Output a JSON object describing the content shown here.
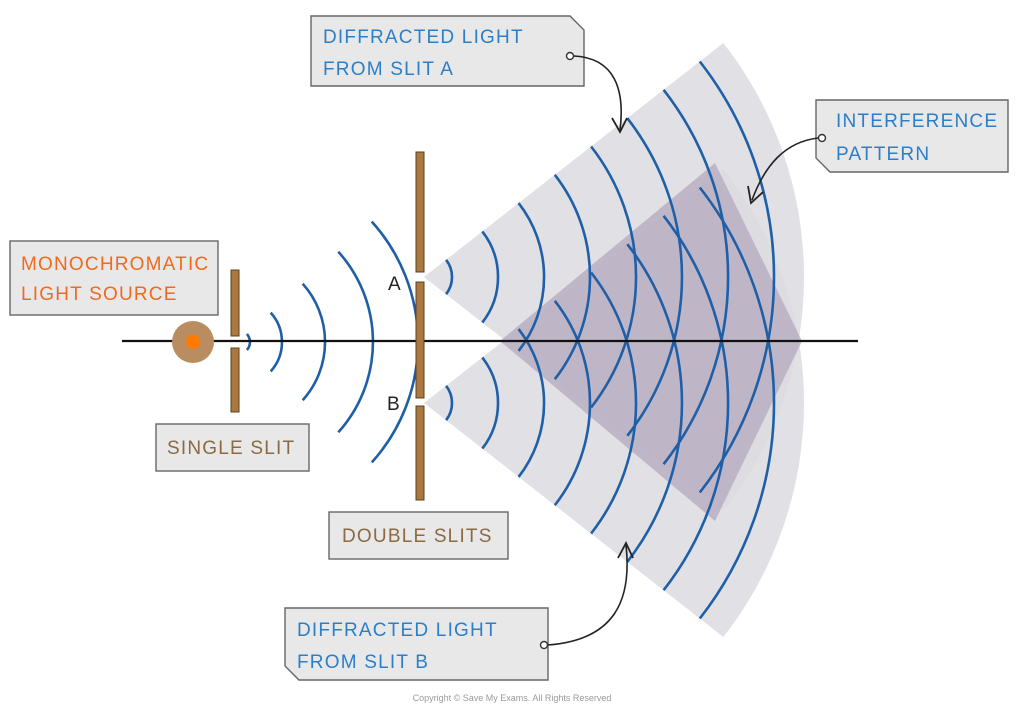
{
  "labels": {
    "diffracted_a": [
      "DIFFRACTED  LIGHT",
      "FROM  SLIT  A"
    ],
    "interference": [
      "INTERFERENCE",
      "PATTERN"
    ],
    "source": [
      "MONOCHROMATIC",
      "LIGHT  SOURCE"
    ],
    "single_slit": "SINGLE  SLIT",
    "double_slits": "DOUBLE  SLITS",
    "diffracted_b": [
      "DIFFRACTED  LIGHT",
      "FROM  SLIT  B"
    ],
    "slit_a": "A",
    "slit_b": "B"
  },
  "copyright": "Copyright © Save My Exams. All Rights Reserved",
  "colors": {
    "wave": "#1f5fa8",
    "blue_text": "#2b7fc8",
    "orange_text": "#f06a1e",
    "brown": "#8b6a42",
    "barrier": "#a9793f",
    "box_fill": "#e8e8e8",
    "fan_fill": "#dcdae1",
    "overlap_fill": "#b3a9bd"
  }
}
